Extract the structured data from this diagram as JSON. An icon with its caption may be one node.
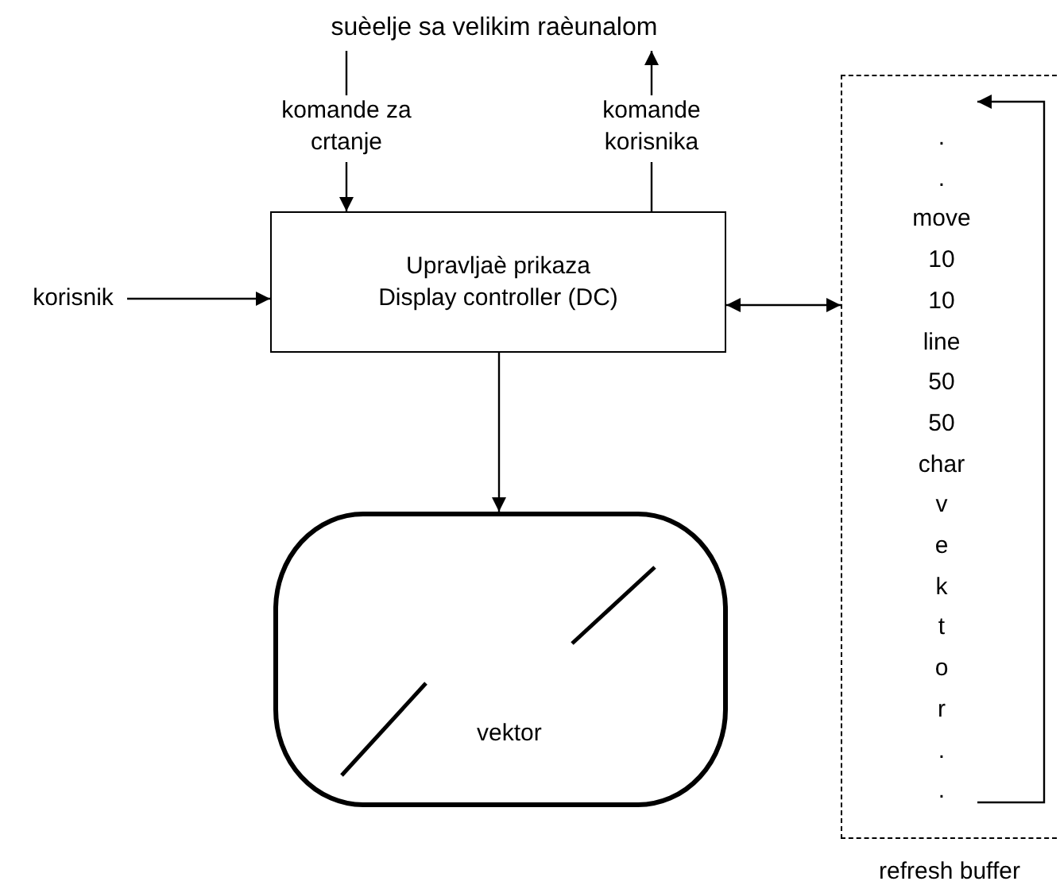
{
  "diagram": {
    "nodes": [
      {
        "text": [
          "suèelje sa velikim raèunalom"
        ]
      },
      {
        "text": [
          "komande za crtanje"
        ]
      },
      {
        "text": [
          "komande korisnika"
        ]
      },
      {
        "text": [
          "korisnik"
        ]
      },
      {
        "text": [
          "Upravljaè prikaza",
          "Display controller (DC)"
        ]
      },
      {
        "text": [
          "vektor"
        ]
      },
      {
        "text": [
          ".",
          ".",
          "move",
          "10",
          "10",
          "line",
          "50",
          "50",
          "char",
          "v",
          "e",
          "k",
          "t",
          "o",
          "r",
          ".",
          "."
        ],
        "beside": [
          "refresh buffer"
        ]
      }
    ],
    "edges": [
      {
        "from": 0,
        "to": 1,
        "arrow": "none"
      },
      {
        "from": 1,
        "to": 4,
        "arrow": "to"
      },
      {
        "from": 4,
        "to": 2,
        "arrow": "none"
      },
      {
        "from": 2,
        "to": 0,
        "arrow": "to"
      },
      {
        "from": 3,
        "to": 4,
        "arrow": "to"
      },
      {
        "from": 4,
        "to": 6,
        "arrow": "both"
      },
      {
        "from": 4,
        "to": 5,
        "arrow": "to"
      }
    ]
  }
}
